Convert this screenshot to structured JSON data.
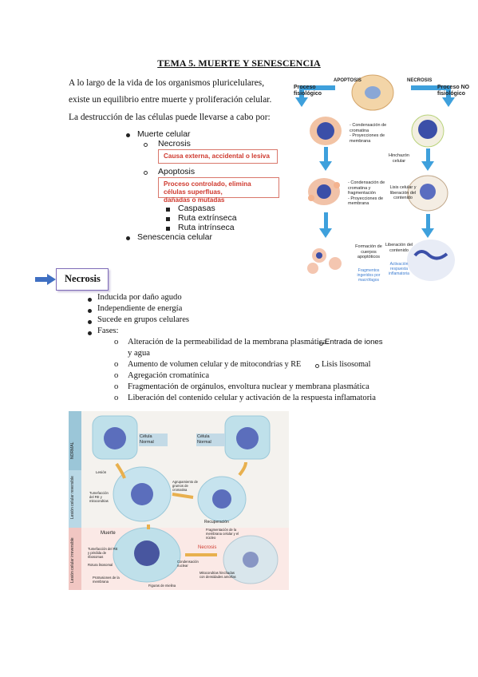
{
  "title": "TEMA 5. MUERTE Y SENESCENCIA",
  "intro": [
    "A lo largo de la vida de los organismos pluricelulares,",
    "existe un equilibrio entre muerte y proliferación celular.",
    "La destrucción de las células puede llevarse a cabo por:"
  ],
  "outline": {
    "muerte": "Muerte celular",
    "necrosis": "Necrosis",
    "necrosis_box": "Causa externa, accidental o lesiva",
    "apoptosis": "Apoptosis",
    "apoptosis_box_1": "Proceso controlado, elimina células superfluas,",
    "apoptosis_box_2": "dañadas o mutadas",
    "sub": [
      "Caspasas",
      "Ruta extrínseca",
      "Ruta intrínseca"
    ],
    "senescencia": "Senescencia celular"
  },
  "fig1": {
    "proceso_fisiologico": "Proceso fisiológico",
    "apoptosis": "APOPTOSIS",
    "necrosis": "NECROSIS",
    "proceso_no": "Proceso NO fisiológico",
    "condensacion": "- Condensación de cromatina\n- Proyecciones de membrana",
    "hinchazon": "Hinchazón celular",
    "condensacion_frag": "- Condensación de cromatina y fragmentación\n- Proyecciones de membrana",
    "lisis": "Lisis celular y liberación del contenido",
    "formacion": "Formación de cuerpos apoptóticos",
    "liberacion": "Liberación del contenido",
    "fragmentos": "Fragmentos ingeridos por macrófagos",
    "activacion": "Activación respuesta inflamatoria"
  },
  "necrosis_section": {
    "heading": "Necrosis",
    "bullets": [
      "Inducida por daño agudo",
      "Independiente de energía",
      "Sucede en grupos celulares",
      "Fases:"
    ],
    "fases": [
      {
        "a": "Alteración de la permeabilidad de la membrana plasmática.",
        "b": "Entrada de iones"
      },
      {
        "a": "y agua",
        "b": ""
      },
      {
        "a": "Aumento de volumen celular y de mitocondrias y RE",
        "b": "Lisis lisosomal"
      },
      {
        "a": "Agregación cromatínica",
        "b": ""
      },
      {
        "a": "Fragmentación de orgánulos, envoltura nuclear y membrana plasmática",
        "b": ""
      },
      {
        "a": "Liberación del contenido celular y activación de la respuesta inflamatoria",
        "b": ""
      }
    ]
  },
  "fig2": {
    "normal": "NORMAL",
    "celula_normal": "Célula Normal",
    "lesion_rev": "Lesión celular reversible",
    "lesion_irrev": "Lesión celular irreversible",
    "lesion": "Lesión",
    "tumefaccion": "Tumefacción del RE y mitocondrias",
    "agrupamiento": "Agrupamiento de grumos de cromatina",
    "recuperacion": "Recuperación",
    "muerte": "Muerte",
    "necrosis": "Necrosis",
    "tumefaccion2": "Tumefacción del RE y pérdida de ribosomas",
    "rotura": "Rotura lisosomal",
    "protrusiones": "Protrusiones de la membrana",
    "figuras": "Figuras de mielina",
    "condensacion": "Condensación nuclear",
    "fragmentacion": "Fragmentación de la membrana celular y el núcleo",
    "mitocondrias": "Mitocondrias hinchadas con densidades amorfas"
  }
}
